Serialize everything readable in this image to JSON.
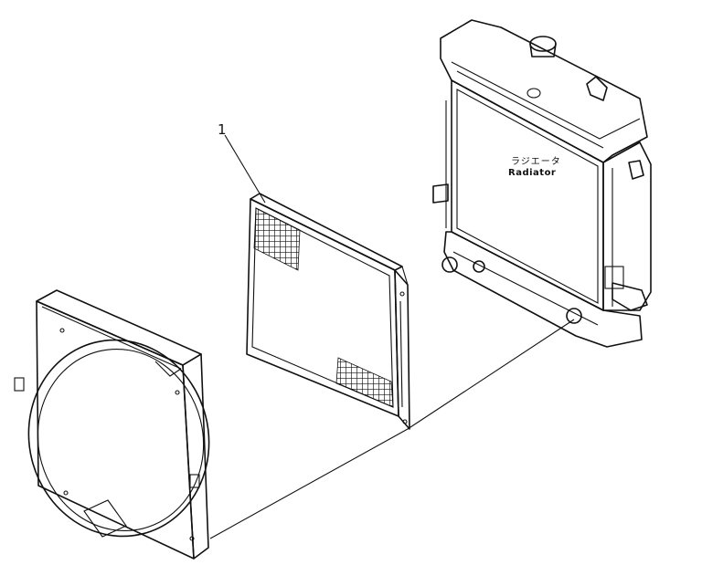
{
  "callout_number": "1",
  "radiator_label_jp": "ラジエータ",
  "radiator_label_en": "Radiator"
}
